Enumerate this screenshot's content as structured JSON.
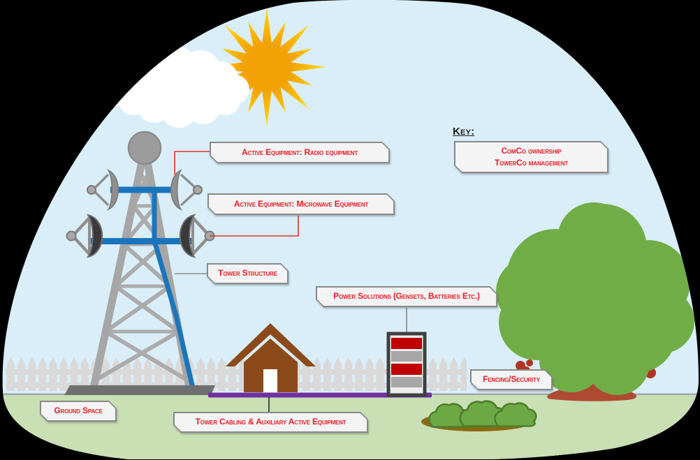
{
  "diagram": {
    "key": {
      "heading": "Key:",
      "entries": [
        "ComCo ownership",
        "TowerCo management"
      ]
    },
    "labels": {
      "radio_equipment": "Active Equipment: Radio equipment",
      "microwave_equipment": "Active Equipment: Microwave Equipment",
      "tower_structure": "Tower Structure",
      "power_solutions": "Power Solutions (Gensets, Batteries Etc.)",
      "fencing_security": "Fencing/Security",
      "ground_space": "Ground Space",
      "tower_cabling": "Tower Cabling & Auxiliary Active Equipment"
    },
    "colors": {
      "background": "#000000",
      "sky": "#D9EEF8",
      "ground": "#C9DFB4",
      "horizon_line": "#9FA8AE",
      "label_text": "#ED1C24",
      "label_fill": "#F4F4F4",
      "label_border": "#8A8A8A",
      "key_heading_text": "#1A1A1A",
      "connector_red": "#E8312A",
      "connector_gray": "#9B9B9B",
      "connector_dark": "#3A3A3A",
      "cable_blue": "#1B75BC",
      "cable_purple": "#7030A0",
      "tower_gray": "#A6A6A6",
      "tower_brace": "#ABABAB",
      "tower_dark": "#6F6F6F",
      "antenna_gray": "#8F8F8F",
      "antenna_dark": "#3A3A3A",
      "antenna_pivot": "#A8A8A8",
      "house_brown": "#8C4A1A",
      "cabinet_frame": "#3F3F3F",
      "cabinet_red": "#C00000",
      "cabinet_gray": "#A6A6A6",
      "fence_gray": "#D9D9D9",
      "tree_green": "#71AD47",
      "tree_trunk": "#AE4A32",
      "tree_red_leaves": "#B13524",
      "bush_green": "#6CA944",
      "bush_outline": "#4E7D2E",
      "dirt": "#8A6A10",
      "sun_core": "#F2A205",
      "sun_tip": "#FFE14D",
      "cloud": "#FFFFFF"
    }
  }
}
